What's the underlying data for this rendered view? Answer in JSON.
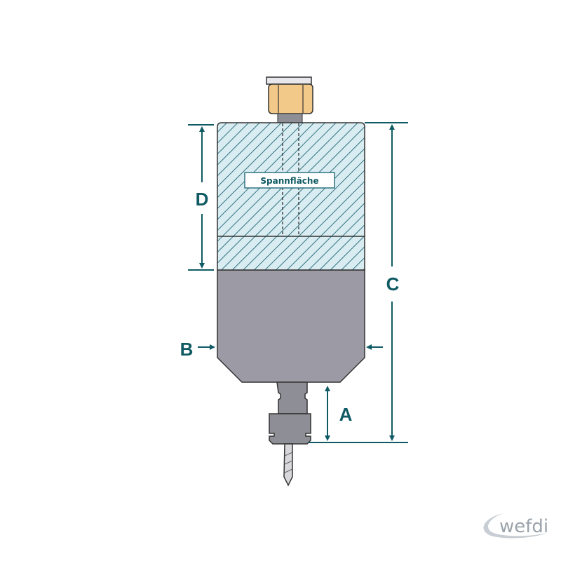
{
  "labels": {
    "clamping_surface": "Spannfläche",
    "dim_a": "A",
    "dim_b": "B",
    "dim_c": "C",
    "dim_d": "D"
  },
  "logo": "wefdi",
  "colors": {
    "accent": "#0f5a63",
    "hatch_bg": "#d9ecf1",
    "hatch_line": "#2f7380",
    "body_gray": "#9c9ba5",
    "nut": "#f3c98a"
  }
}
